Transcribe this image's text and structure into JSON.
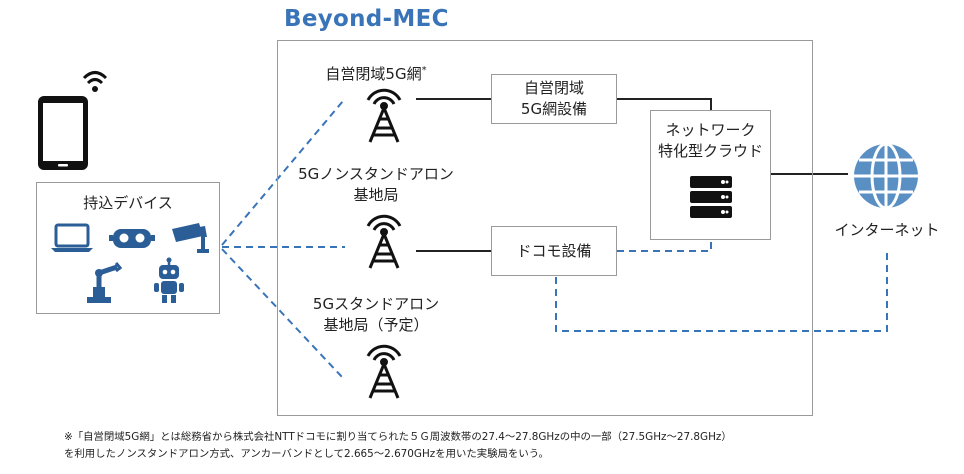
{
  "title": "Beyond-MEC",
  "devices": {
    "label": "持込デバイス"
  },
  "stations": [
    {
      "line1": "自営閉域5G網",
      "mark": "*",
      "line2": ""
    },
    {
      "line1": "5Gノンスタンドアロン",
      "line2": "基地局"
    },
    {
      "line1": "5Gスタンドアロン",
      "line2": "基地局（予定）"
    }
  ],
  "equipment": {
    "private_5g_line1": "自営閉域",
    "private_5g_line2": "5G網設備",
    "docomo": "ドコモ設備",
    "network_cloud_line1": "ネットワーク",
    "network_cloud_line2": "特化型クラウド"
  },
  "internet": "インターネット",
  "footnote": {
    "line1": "※「自営閉域5G網」とは総務省から株式会社NTTドコモに割り当てられた５Ｇ周波数帯の27.4～27.8GHzの中の一部（27.5GHz～27.8GHz）",
    "line2": "を利用したノンスタンドアロン方式、アンカーバンドとして2.665～2.670GHzを用いた実験局をいう。"
  },
  "colors": {
    "accent": "#3a74b8",
    "icon_blue": "#2b5e96",
    "globe": "#5a8fc4",
    "line": "#222222",
    "border": "#9a9a9a"
  }
}
